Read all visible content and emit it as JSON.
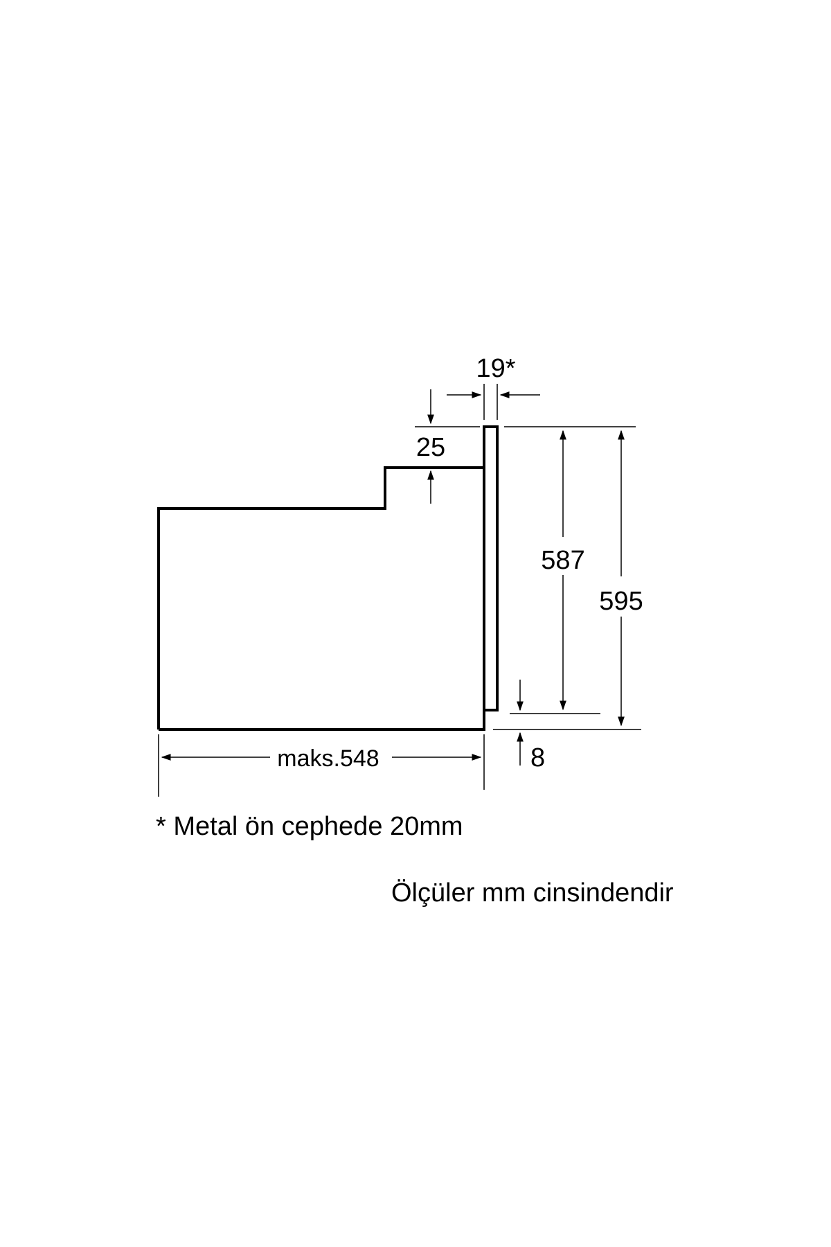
{
  "colors": {
    "background": "#ffffff",
    "line": "#000000"
  },
  "dimensions": {
    "door_gap": "19*",
    "step_height": "25",
    "door_height": "587",
    "total_height": "595",
    "bottom_gap": "8",
    "depth": "maks.548"
  },
  "notes": {
    "footnote": "* Metal ön cephede 20mm",
    "units": "Ölçüler mm cinsindendir"
  }
}
